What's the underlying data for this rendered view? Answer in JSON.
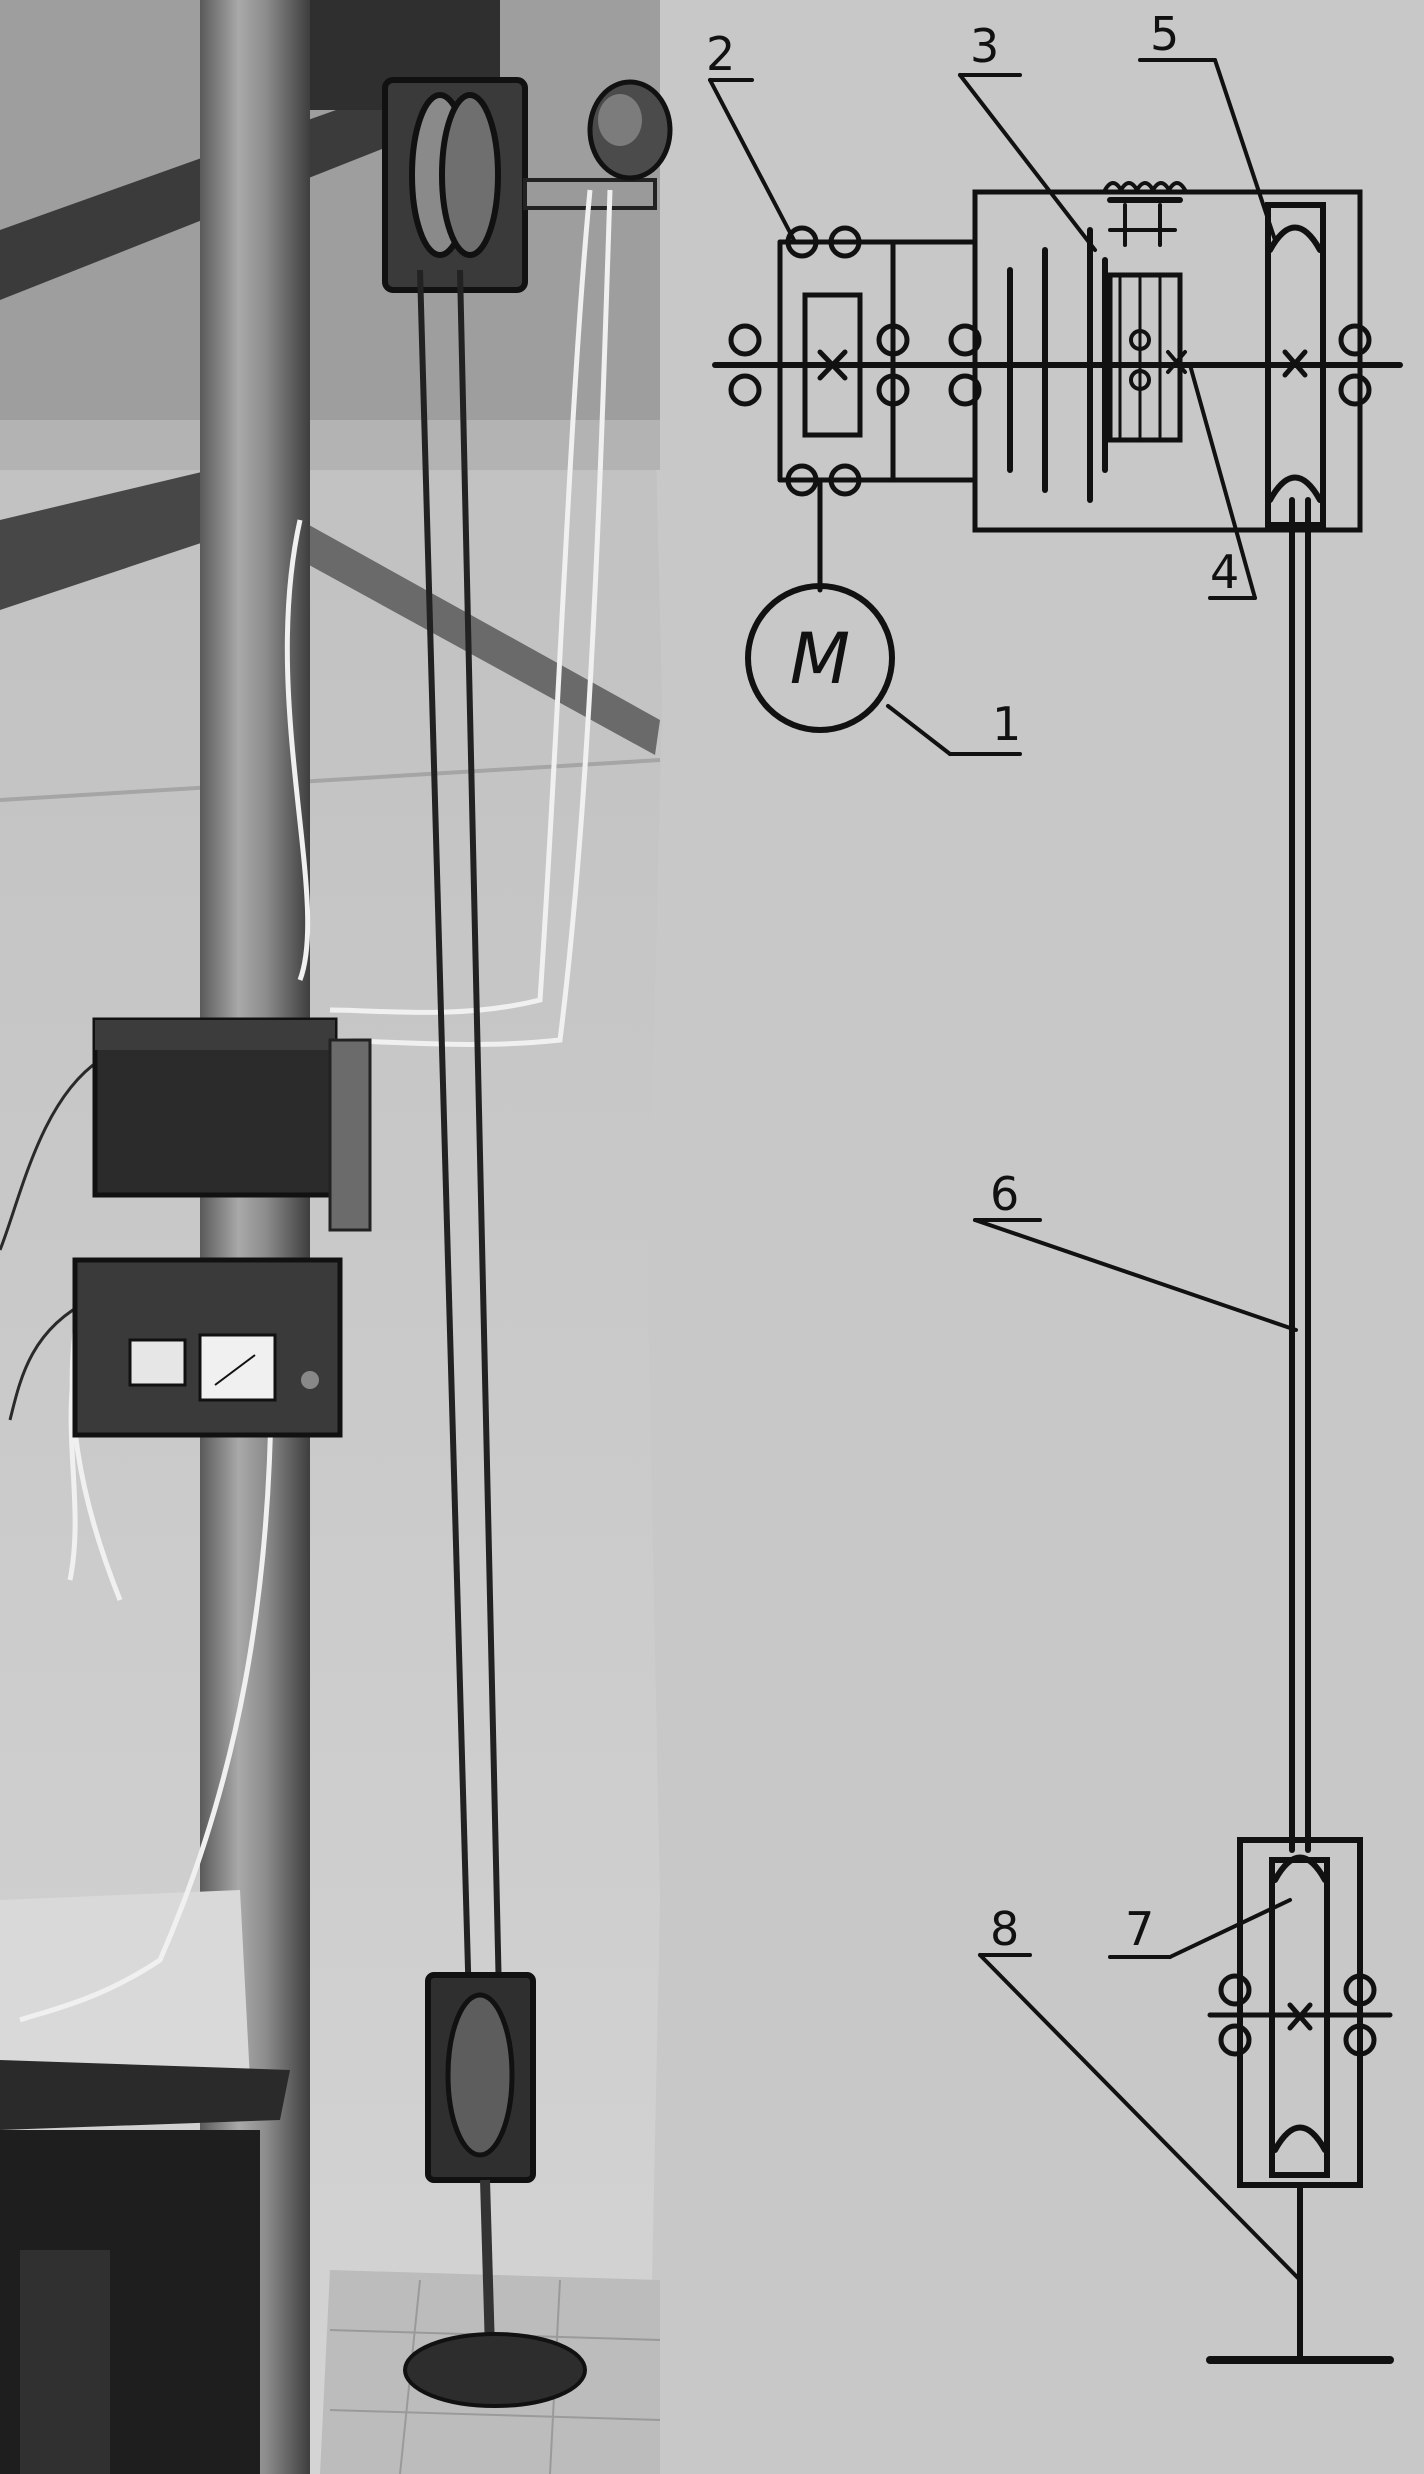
{
  "figure": {
    "motor_symbol": "M",
    "callouts": [
      {
        "id": "1",
        "label": "1"
      },
      {
        "id": "2",
        "label": "2"
      },
      {
        "id": "3",
        "label": "3"
      },
      {
        "id": "4",
        "label": "4"
      },
      {
        "id": "5",
        "label": "5"
      },
      {
        "id": "6",
        "label": "6"
      },
      {
        "id": "7",
        "label": "7"
      },
      {
        "id": "8",
        "label": "8"
      }
    ]
  }
}
